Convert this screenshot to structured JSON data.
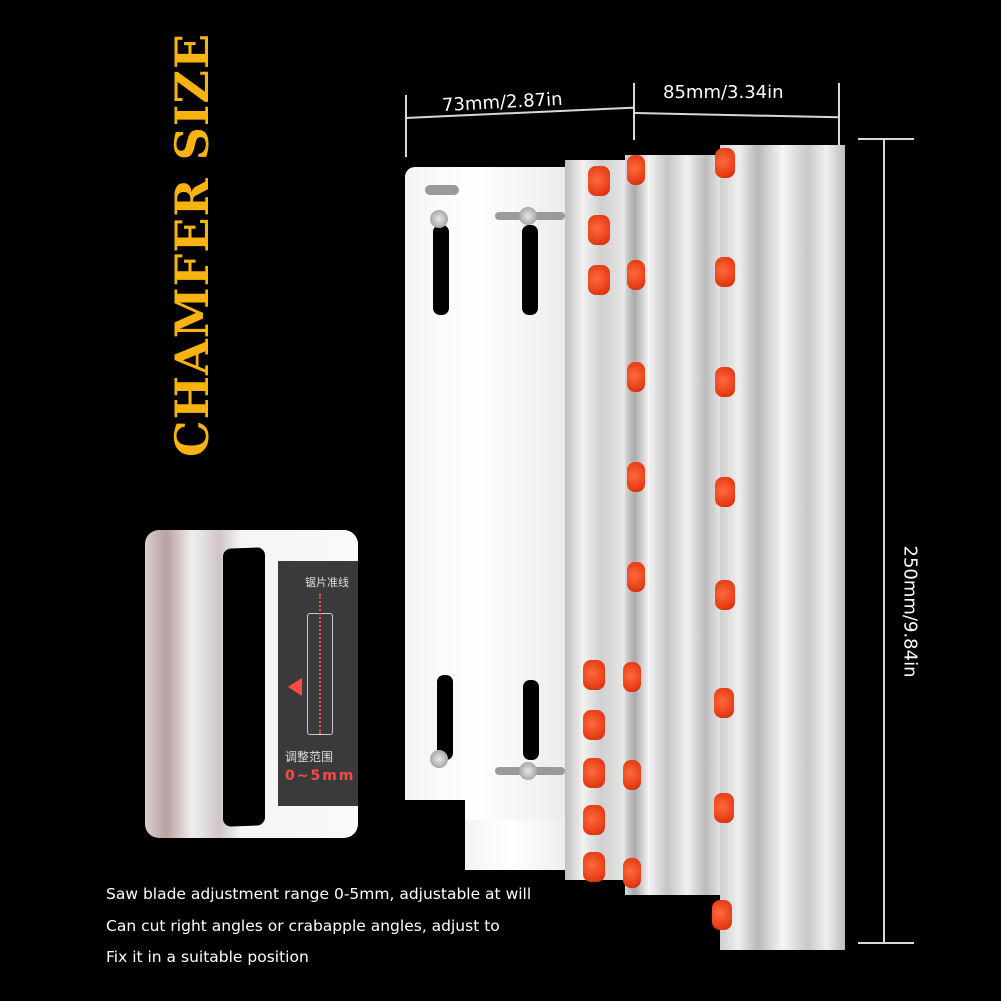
{
  "title": "CHAMFER SIZE",
  "colors": {
    "background": "#000000",
    "title": "#F9B311",
    "roller": "#E53B15",
    "dimension_line": "#D8D8D8",
    "inset_range_text": "#FF4A4A"
  },
  "dimensions": {
    "width_left": "73mm/2.87in",
    "width_right": "85mm/3.34in",
    "height": "250mm/9.84in"
  },
  "inset": {
    "label_top": "锯片准线",
    "label_bottom": "调整范围",
    "range": "0~5mm"
  },
  "captions": [
    "Saw blade adjustment range 0-5mm, adjustable at will",
    "Can cut right angles or crabapple angles, adjust to",
    "Fix it in a suitable position"
  ]
}
